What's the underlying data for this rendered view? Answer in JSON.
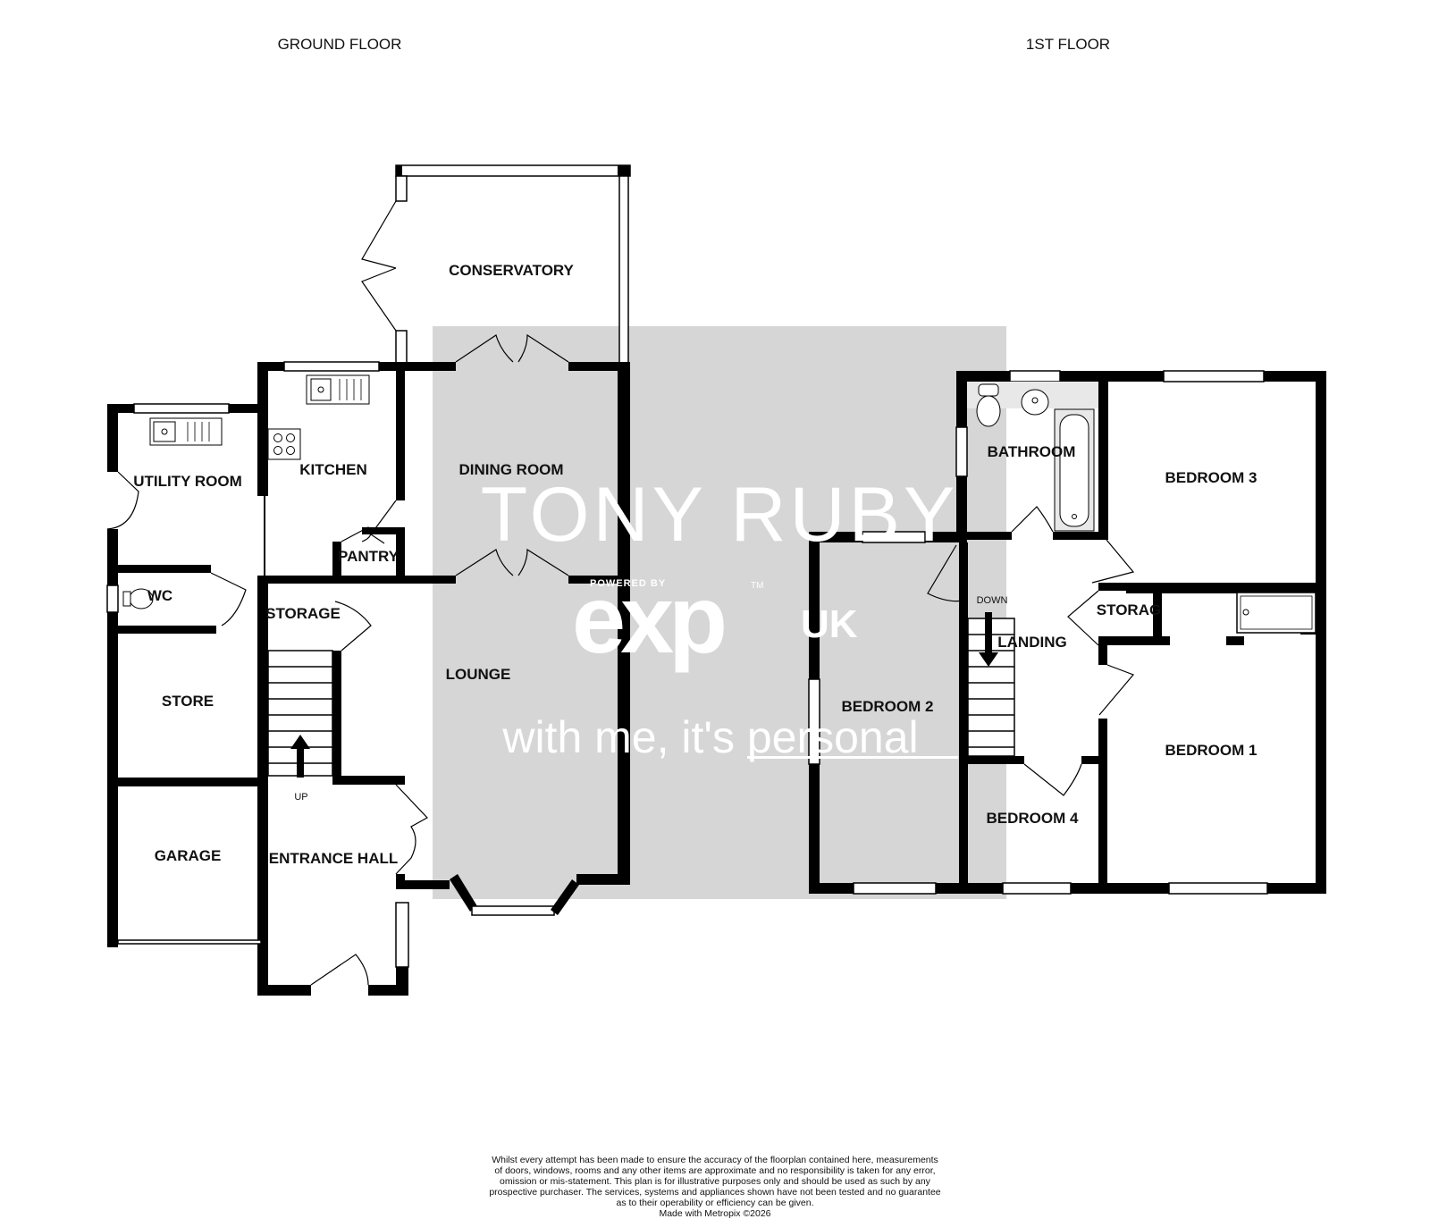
{
  "floors": [
    {
      "title": "GROUND FLOOR"
    },
    {
      "title": "1ST FLOOR"
    }
  ],
  "rooms": {
    "conservatory": "CONSERVATORY",
    "utility_room": "UTILITY ROOM",
    "kitchen": "KITCHEN",
    "dining_room": "DINING ROOM",
    "pantry": "PANTRY",
    "wc": "WC",
    "storage_ground": "STORAGE",
    "store": "STORE",
    "lounge": "LOUNGE",
    "garage": "GARAGE",
    "entrance_hall": "ENTRANCE HALL",
    "bathroom": "BATHROOM",
    "bedroom_3": "BEDROOM 3",
    "bedroom_2": "BEDROOM 2",
    "landing": "LANDING",
    "storage_first": "STORAG",
    "bedroom_1": "BEDROOM 1",
    "bedroom_4": "BEDROOM 4"
  },
  "stair_labels": {
    "up": "UP",
    "down": "DOWN"
  },
  "watermark": {
    "agency": "TONY RUBY",
    "powered_by": "POWERED BY",
    "brand": "exp",
    "brand_suffix": "UK",
    "tm": "TM",
    "slogan": "with me, it's personal"
  },
  "colors": {
    "wall": "#000000",
    "watermark_box": "#d6d6d6",
    "fixture_fill": "#e8e8e8"
  },
  "disclaimer": {
    "lines": [
      "Whilst every attempt has been made to ensure the accuracy of the floorplan contained here, measurements",
      "of doors, windows, rooms and any other items are approximate and no responsibility is taken for any error,",
      "omission or mis-statement. This plan is for illustrative purposes only and should be used as such by any",
      "prospective purchaser. The services, systems and appliances shown have not been tested and no guarantee",
      "as to their operability or efficiency can be given."
    ],
    "credit": "Made with Metropix ©2026"
  }
}
